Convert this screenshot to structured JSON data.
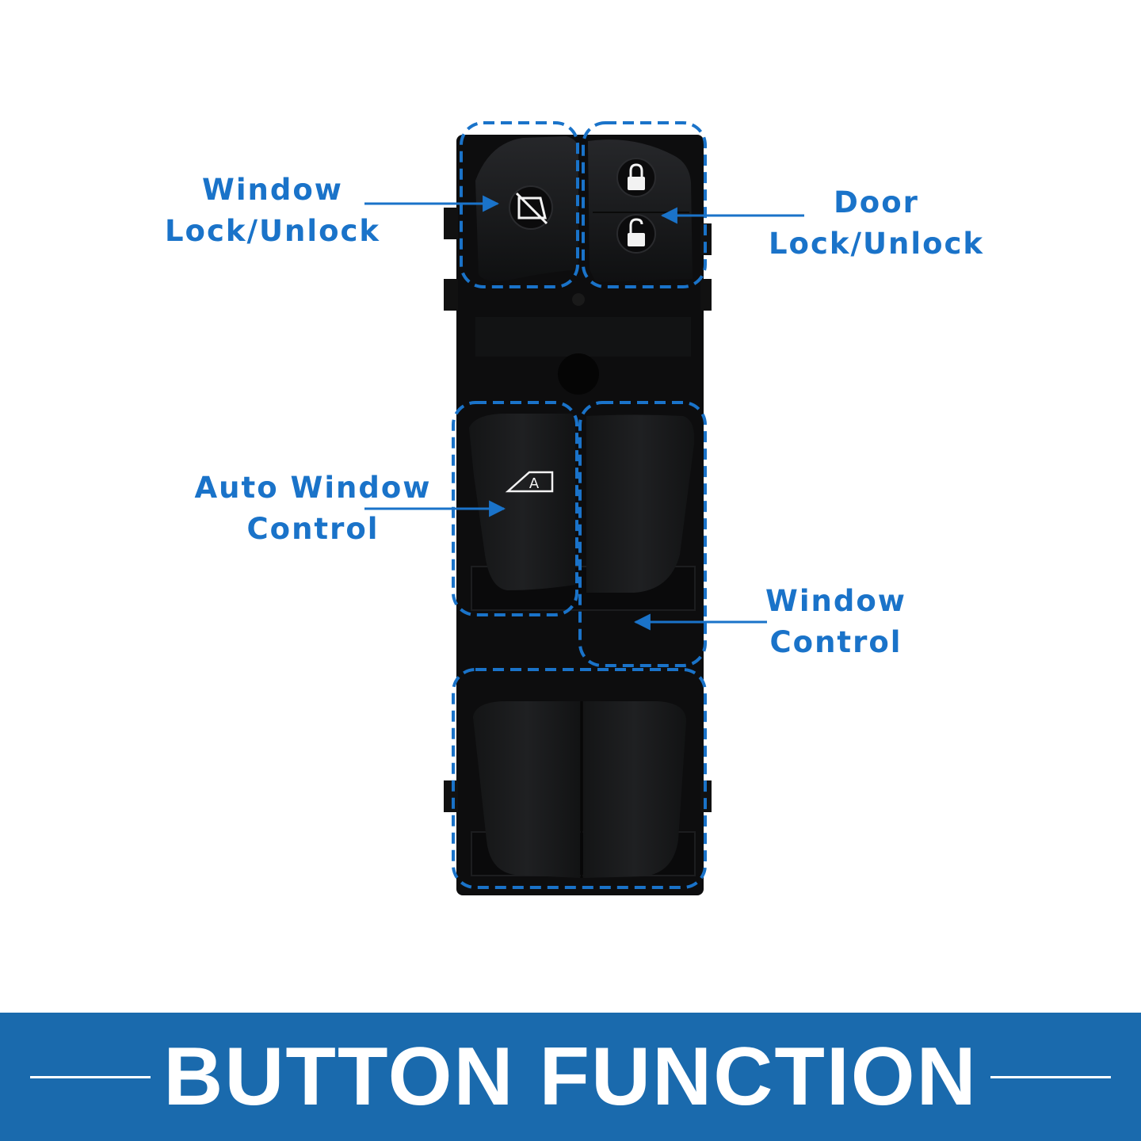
{
  "colors": {
    "accent": "#1a73c9",
    "banner": "#1a6aad",
    "panel": "#0d0d0e",
    "button": "#18191b",
    "icon": "#f2f2f2"
  },
  "labels": {
    "window_lock": {
      "line1": "Window",
      "line2": "Lock/Unlock"
    },
    "door_lock": {
      "line1": "Door",
      "line2": "Lock/Unlock"
    },
    "auto_window": {
      "line1": "Auto Window",
      "line2": "Control"
    },
    "window_control": {
      "line1": "Window",
      "line2": "Control"
    }
  },
  "icons": {
    "window_lock": "window-lock-icon",
    "door_lock": "padlock-closed-icon",
    "door_unlock": "padlock-open-icon",
    "auto_window": "auto-window-icon",
    "auto_window_letter": "A"
  },
  "banner": {
    "title": "BUTTON FUNCTION"
  }
}
